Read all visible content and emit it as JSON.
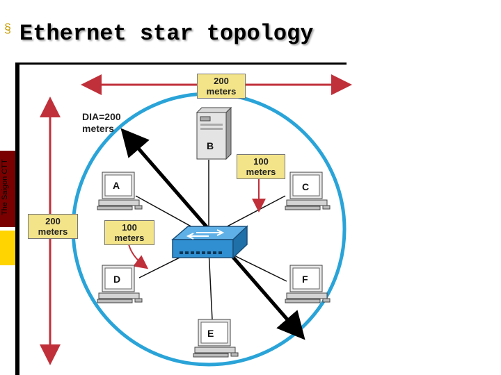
{
  "slide": {
    "title": "Ethernet star topology",
    "side_caption": "The Saigon CTT"
  },
  "diagram": {
    "labels": {
      "top_distance": "200\nmeters",
      "left_distance": "200\nmeters",
      "dia": "DIA=200\nmeters",
      "hub_to_c": "100\nmeters",
      "hub_to_d": "100\nmeters"
    },
    "nodes": {
      "server": "B",
      "pc_a": "A",
      "pc_c": "C",
      "pc_d": "D",
      "pc_e": "E",
      "pc_f": "F"
    },
    "colors": {
      "circle": "#2aa4d8",
      "arrow_red": "#c0303a",
      "label_bg": "#f3e48a",
      "side_dark": "#7a0000",
      "side_yellow": "#ffd400",
      "hub_blue": "#2f8fd0"
    }
  }
}
